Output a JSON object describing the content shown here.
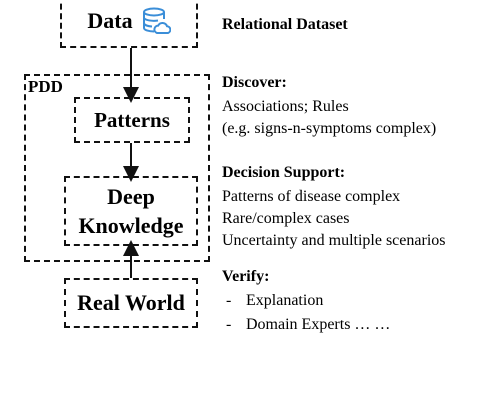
{
  "diagram": {
    "nodes": {
      "data": {
        "label": "Data",
        "icon": "database-cloud-icon",
        "icon_color": "#3b8ed8"
      },
      "patterns": {
        "label": "Patterns"
      },
      "deep_knowledge": {
        "line1": "Deep",
        "line2": "Knowledge"
      },
      "real_world": {
        "label": "Real World"
      }
    },
    "group_label": "PDD",
    "data_caption": "Relational Dataset",
    "discover": {
      "title": "Discover:",
      "lines": [
        "Associations; Rules",
        "(e.g. signs-n-symptoms complex)"
      ]
    },
    "decision_support": {
      "title": "Decision Support:",
      "lines": [
        "Patterns of disease complex",
        "Rare/complex cases",
        "Uncertainty and multiple scenarios"
      ]
    },
    "verify": {
      "title": "Verify:",
      "items": [
        {
          "bullet": "-",
          "text": "Explanation"
        },
        {
          "bullet": "-",
          "text": "Domain Experts … …"
        }
      ]
    }
  }
}
